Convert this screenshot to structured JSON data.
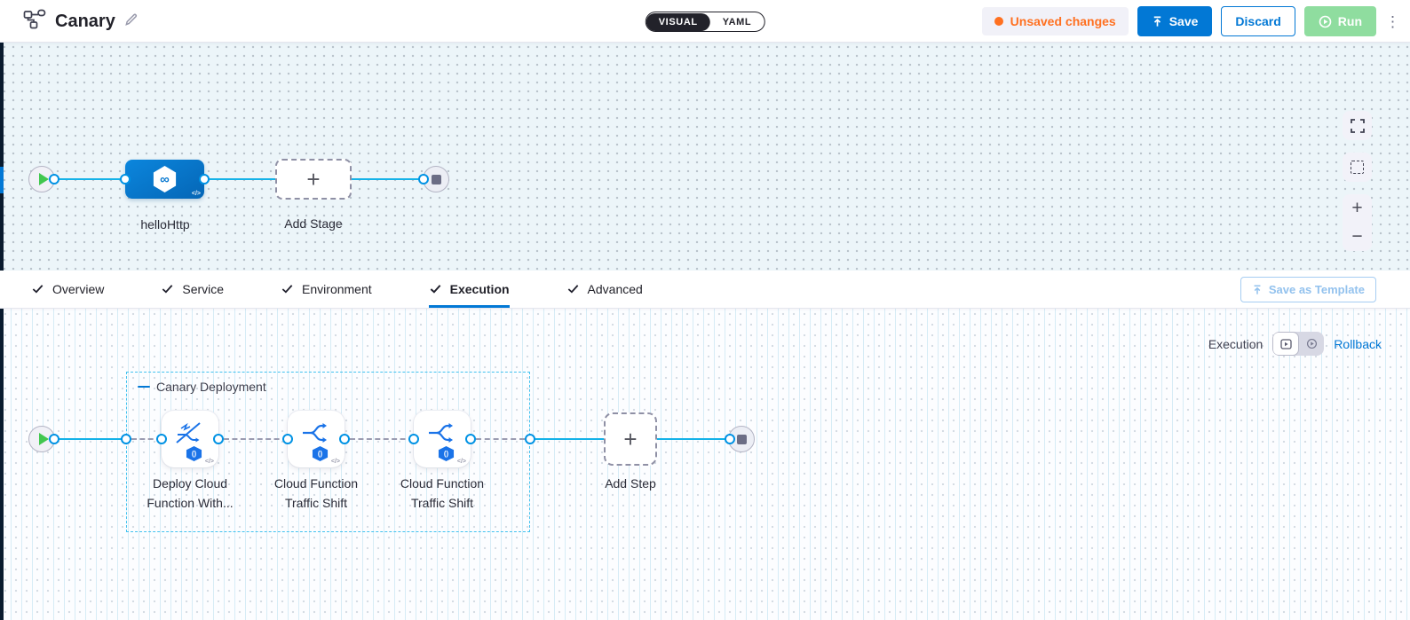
{
  "header": {
    "title": "Canary",
    "mode_toggle": {
      "visual": "VISUAL",
      "yaml": "YAML"
    },
    "unsaved_badge": "Unsaved changes",
    "save_label": "Save",
    "discard_label": "Discard",
    "run_label": "Run"
  },
  "upper_pipeline": {
    "stage_name": "helloHttp",
    "add_stage_label": "Add Stage"
  },
  "tabs": [
    {
      "label": "Overview",
      "active": false
    },
    {
      "label": "Service",
      "active": false
    },
    {
      "label": "Environment",
      "active": false
    },
    {
      "label": "Execution",
      "active": true
    },
    {
      "label": "Advanced",
      "active": false
    }
  ],
  "save_as_template_label": "Save as Template",
  "execution_panel": {
    "execution_label": "Execution",
    "rollback_label": "Rollback",
    "group_title": "Canary Deployment",
    "steps": [
      {
        "name": "Deploy Cloud Function With..."
      },
      {
        "name": "Cloud Function Traffic Shift"
      },
      {
        "name": "Cloud Function Traffic Shift"
      }
    ],
    "add_step_label": "Add Step"
  },
  "icons": {
    "plus": "+",
    "minus": "−",
    "kebab": "⋮",
    "infinity": "∞",
    "code": "</>",
    "gcf": "()"
  },
  "colors": {
    "accent_blue": "#0278d5",
    "connector_cyan": "#14b2e8",
    "unsaved_orange": "#ff7020",
    "run_green": "#8fdd9f",
    "nav_strip_dark": "#0a1b2e",
    "group_border_cyan": "#42c2ef",
    "step_icon_blue": "#1a73e8"
  }
}
